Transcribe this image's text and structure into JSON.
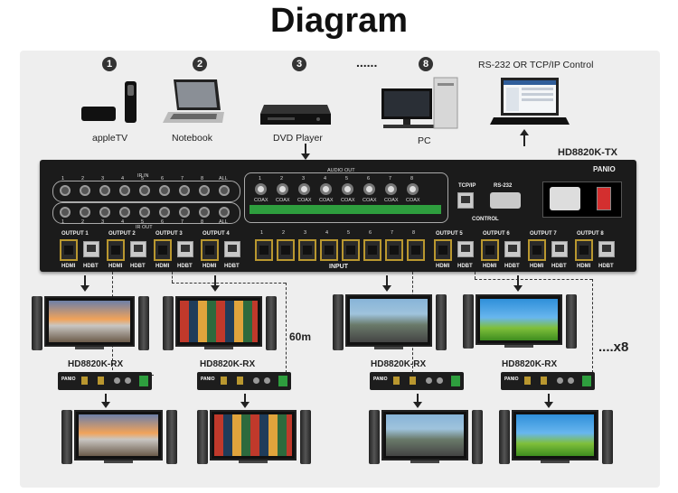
{
  "title": "Diagram",
  "sources": [
    {
      "number": "1",
      "label": "appleTV"
    },
    {
      "number": "2",
      "label": "Notebook"
    },
    {
      "number": "3",
      "label": "DVD Player"
    },
    {
      "number": "8",
      "label": "PC"
    }
  ],
  "ellipsis": "......",
  "control_label": "RS-232 OR TCP/IP Control",
  "tx": {
    "model": "HD8820K-TX",
    "brand": "PANIO",
    "ir_in": "IR IN",
    "ir_out": "IR OUT",
    "ir_numbers": [
      "1",
      "2",
      "3",
      "4",
      "5",
      "6",
      "7",
      "8",
      "ALL"
    ],
    "audio_out": "AUDIO OUT",
    "audio_numbers": [
      "1",
      "2",
      "3",
      "4",
      "5",
      "6",
      "7",
      "8"
    ],
    "coax": "COAX",
    "tcpip": "TCP/IP",
    "rs232": "RS-232",
    "control": "CONTROL",
    "input": "INPUT",
    "input_numbers": [
      "1",
      "2",
      "3",
      "4",
      "5",
      "6",
      "7",
      "8"
    ],
    "outputs": [
      "OUTPUT 1",
      "OUTPUT 2",
      "OUTPUT 3",
      "OUTPUT 4",
      "OUTPUT 5",
      "OUTPUT 6",
      "OUTPUT 7",
      "OUTPUT 8"
    ],
    "hdmi": "HDMI",
    "hdbt": "HDBT"
  },
  "distance": "60m",
  "more": "....x8",
  "rx_model": "HD8820K-RX",
  "rx_brand": "PANIO"
}
